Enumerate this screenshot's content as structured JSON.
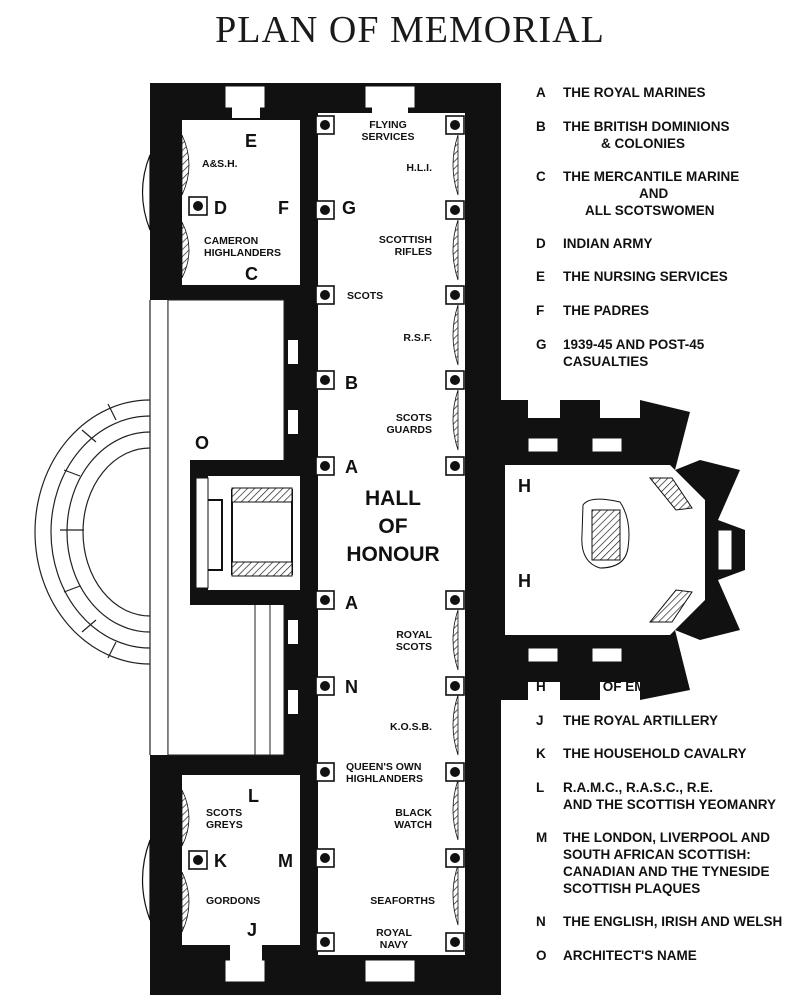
{
  "title": "PLAN OF MEMORIAL",
  "hall_label": [
    "HALL",
    "OF",
    "HONOUR"
  ],
  "legend_top": [
    {
      "key": "A",
      "text": "THE ROYAL MARINES"
    },
    {
      "key": "B",
      "text": "THE BRITISH DOMINIONS",
      "text2": "& COLONIES"
    },
    {
      "key": "C",
      "text": "THE MERCANTILE MARINE",
      "text2": "AND",
      "text3": "ALL SCOTSWOMEN"
    },
    {
      "key": "D",
      "text": "INDIAN ARMY"
    },
    {
      "key": "E",
      "text": "THE NURSING SERVICES"
    },
    {
      "key": "F",
      "text": "THE PADRES"
    },
    {
      "key": "G",
      "text": "1939-45 AND POST-45",
      "text2": "CASUALTIES"
    }
  ],
  "legend_bottom": [
    {
      "key": "H",
      "text": "TREE OF EMPIRE"
    },
    {
      "key": "J",
      "text": "THE ROYAL ARTILLERY"
    },
    {
      "key": "K",
      "text": "THE HOUSEHOLD CAVALRY"
    },
    {
      "key": "L",
      "text": "R.A.M.C., R.A.S.C., R.E.",
      "text2": "AND THE SCOTTISH YEOMANRY"
    },
    {
      "key": "M",
      "text": "THE LONDON, LIVERPOOL AND",
      "text2": "SOUTH AFRICAN SCOTTISH:",
      "text3": "CANADIAN AND THE TYNESIDE",
      "text4": "SCOTTISH PLAQUES"
    },
    {
      "key": "N",
      "text": "THE ENGLISH, IRISH AND WELSH"
    },
    {
      "key": "O",
      "text": "ARCHITECT'S NAME"
    }
  ],
  "plan_letters": {
    "E": "E",
    "D": "D",
    "F": "F",
    "G": "G",
    "C": "C",
    "B": "B",
    "A_top": "A",
    "A_bottom": "A",
    "O": "O",
    "H_top": "H",
    "H_bottom": "H",
    "N": "N",
    "L": "L",
    "K": "K",
    "M": "M",
    "J": "J"
  },
  "regiments": {
    "flying_services": [
      "FLYING",
      "SERVICES"
    ],
    "hli": "H.L.I.",
    "ash": "A&S.H.",
    "scottish_rifles": [
      "SCOTTISH",
      "RIFLES"
    ],
    "cameron": [
      "CAMERON",
      "HIGHLANDERS"
    ],
    "scots": "SCOTS",
    "rsf": "R.S.F.",
    "scots_guards": [
      "SCOTS",
      "GUARDS"
    ],
    "royal_scots": [
      "ROYAL",
      "SCOTS"
    ],
    "kosb": "K.O.S.B.",
    "queens_own": [
      "QUEEN'S OWN",
      "HIGHLANDERS"
    ],
    "scots_greys": [
      "SCOTS",
      "GREYS"
    ],
    "black_watch": [
      "BLACK",
      "WATCH"
    ],
    "gordons": "GORDONS",
    "seaforths": "SEAFORTHS",
    "royal_navy": [
      "ROYAL",
      "NAVY"
    ]
  }
}
